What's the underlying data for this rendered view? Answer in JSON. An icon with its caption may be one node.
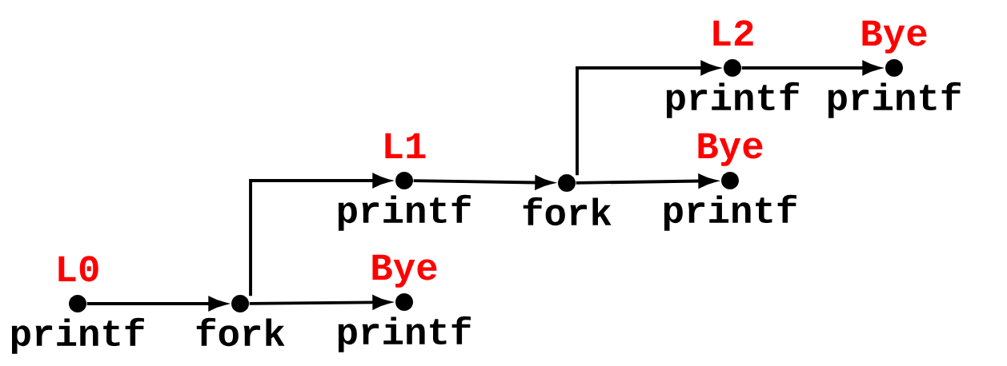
{
  "diagram": {
    "nodes": [
      {
        "text": [],
        "shape": "circle",
        "beside": [
          "L0",
          "printf"
        ]
      },
      {
        "text": [],
        "shape": "circle",
        "beside": [
          "fork"
        ]
      },
      {
        "text": [],
        "shape": "circle",
        "beside": [
          "Bye",
          "printf"
        ]
      },
      {
        "text": [],
        "shape": "circle",
        "beside": [
          "L1",
          "printf"
        ]
      },
      {
        "text": [],
        "shape": "circle",
        "beside": [
          "fork"
        ]
      },
      {
        "text": [],
        "shape": "circle",
        "beside": [
          "Bye",
          "printf"
        ]
      },
      {
        "text": [],
        "shape": "circle",
        "beside": [
          "L2",
          "printf"
        ]
      },
      {
        "text": [],
        "shape": "circle",
        "beside": [
          "Bye",
          "printf"
        ]
      }
    ],
    "edges": [
      {
        "from": 0,
        "to": 1,
        "arrow": "to"
      },
      {
        "from": 1,
        "to": 2,
        "arrow": "to"
      },
      {
        "from": 1,
        "to": 3,
        "arrow": "to"
      },
      {
        "from": 3,
        "to": 4,
        "arrow": "to"
      },
      {
        "from": 4,
        "to": 5,
        "arrow": "to"
      },
      {
        "from": 4,
        "to": 6,
        "arrow": "to"
      },
      {
        "from": 6,
        "to": 7,
        "arrow": "to"
      }
    ]
  }
}
